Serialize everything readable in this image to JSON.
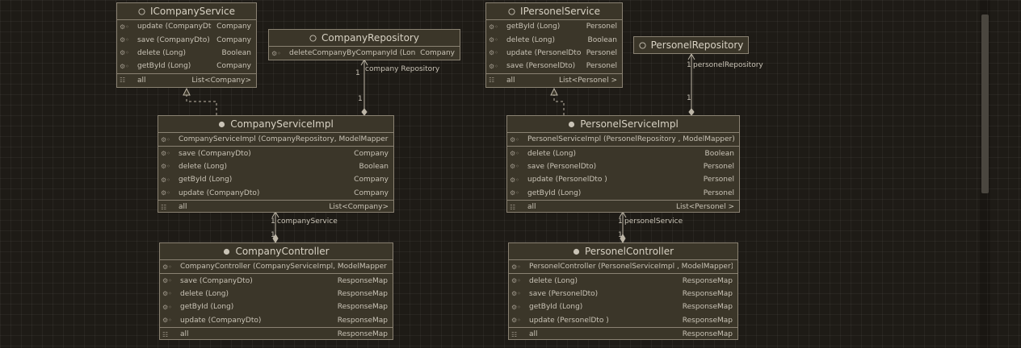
{
  "colors": {
    "background": "#1e1b16",
    "node_fill": "#3b3629",
    "node_border": "#8a8273",
    "text": "#c9c3b6"
  },
  "nodes": {
    "icompanyservice": {
      "title": "ICompanyService",
      "methods": [
        {
          "name": "update (CompanyDto)",
          "type": "Company"
        },
        {
          "name": "save (CompanyDto)",
          "type": "Company"
        },
        {
          "name": "delete (Long)",
          "type": "Boolean"
        },
        {
          "name": "getById (Long)",
          "type": "Company"
        }
      ],
      "properties": [
        {
          "name": "all",
          "type": "List<Company>"
        }
      ]
    },
    "companyrepository": {
      "title": "CompanyRepository",
      "methods": [
        {
          "name": "deleteCompanyByCompanyId (Long)",
          "type": "Company"
        }
      ]
    },
    "ipersonelservice": {
      "title": "IPersonelService",
      "methods": [
        {
          "name": "getById (Long)",
          "type": "Personel"
        },
        {
          "name": "delete (Long)",
          "type": "Boolean"
        },
        {
          "name": "update (PersonelDto )",
          "type": "Personel"
        },
        {
          "name": "save (PersonelDto)",
          "type": "Personel"
        }
      ],
      "properties": [
        {
          "name": "all",
          "type": "List<Personel >"
        }
      ]
    },
    "personelrepository": {
      "title": "PersonelRepository"
    },
    "companyserviceimpl": {
      "title": "CompanyServiceImpl",
      "constructor": "CompanyServiceImpl (CompanyRepository, ModelMapper)",
      "methods": [
        {
          "name": "save (CompanyDto)",
          "type": "Company"
        },
        {
          "name": "delete (Long)",
          "type": "Boolean"
        },
        {
          "name": "getById (Long)",
          "type": "Company"
        },
        {
          "name": "update (CompanyDto)",
          "type": "Company"
        }
      ],
      "properties": [
        {
          "name": "all",
          "type": "List<Company>"
        }
      ]
    },
    "personelserviceimpl": {
      "title": "PersonelServiceImpl",
      "constructor": "PersonelServiceImpl  (PersonelRepository , ModelMapper)",
      "methods": [
        {
          "name": "delete (Long)",
          "type": "Boolean"
        },
        {
          "name": "save (PersonelDto)",
          "type": "Personel"
        },
        {
          "name": "update (PersonelDto )",
          "type": "Personel"
        },
        {
          "name": "getById (Long)",
          "type": "Personel"
        }
      ],
      "properties": [
        {
          "name": "all",
          "type": "List<Personel >"
        }
      ]
    },
    "companycontroller": {
      "title": "CompanyController",
      "constructor": "CompanyController (CompanyServiceImpl, ModelMapper )",
      "methods": [
        {
          "name": "save (CompanyDto)",
          "type": "ResponseMap"
        },
        {
          "name": "delete (Long)",
          "type": "ResponseMap"
        },
        {
          "name": "getById (Long)",
          "type": "ResponseMap"
        },
        {
          "name": "update (CompanyDto)",
          "type": "ResponseMap"
        }
      ],
      "properties": [
        {
          "name": "all",
          "type": "ResponseMap"
        }
      ]
    },
    "personelcontroller": {
      "title": "PersonelController",
      "constructor": "PersonelController  (PersonelServiceImpl , ModelMapper)",
      "methods": [
        {
          "name": "delete (Long)",
          "type": "ResponseMap"
        },
        {
          "name": "save (PersonelDto)",
          "type": "ResponseMap"
        },
        {
          "name": "getById (Long)",
          "type": "ResponseMap"
        },
        {
          "name": "update (PersonelDto )",
          "type": "ResponseMap"
        }
      ],
      "properties": [
        {
          "name": "all",
          "type": "ResponseMap"
        }
      ]
    }
  },
  "edges": {
    "company_repository": {
      "mult": "1",
      "label": "company Repository",
      "mult_end": "1"
    },
    "personel_repository": {
      "mult": "1",
      "label": "personelRepository",
      "mult_end": "1"
    },
    "company_service": {
      "mult": "1",
      "label": "companyService",
      "mult_end": "1"
    },
    "personel_service": {
      "mult": "1",
      "label": "personelService",
      "mult_end": "1"
    }
  }
}
